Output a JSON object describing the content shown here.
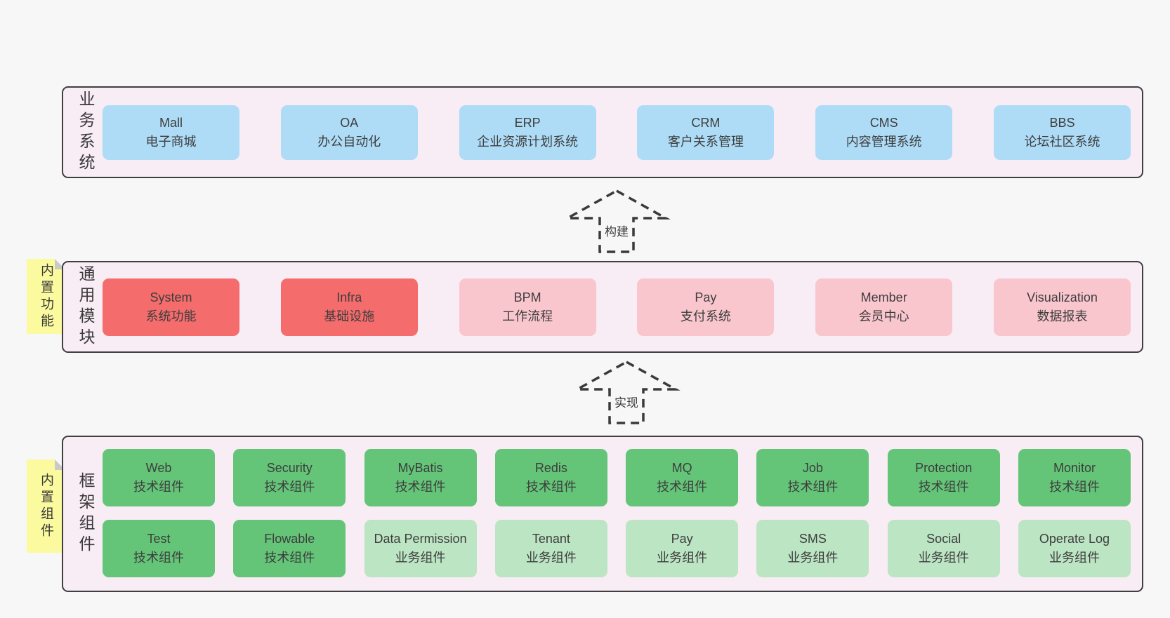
{
  "colors": {
    "page_bg": "#f7f7f7",
    "panel_bg": "#f8ecf5",
    "panel_border": "#3f3f3f",
    "blue": "#aedcf6",
    "red": "#f56c6c",
    "pink": "#fac6ce",
    "green": "#64c578",
    "light_green": "#bce5c4",
    "sticky_yellow": "#fbfa9e",
    "fold_gray": "#c9c9c9",
    "text": "#3d3d3d"
  },
  "stickies": [
    {
      "text": "内置功能"
    },
    {
      "text": "内置组件"
    }
  ],
  "arrows": [
    {
      "label": "构建"
    },
    {
      "label": "实现"
    }
  ],
  "sections": {
    "business": {
      "label": "业务系统",
      "boxes": [
        {
          "name": "Mall",
          "desc": "电子商城",
          "color": "blue"
        },
        {
          "name": "OA",
          "desc": "办公自动化",
          "color": "blue"
        },
        {
          "name": "ERP",
          "desc": "企业资源计划系统",
          "color": "blue"
        },
        {
          "name": "CRM",
          "desc": "客户关系管理",
          "color": "blue"
        },
        {
          "name": "CMS",
          "desc": "内容管理系统",
          "color": "blue"
        },
        {
          "name": "BBS",
          "desc": "论坛社区系统",
          "color": "blue"
        }
      ]
    },
    "modules": {
      "label": "通用模块",
      "boxes": [
        {
          "name": "System",
          "desc": "系统功能",
          "color": "red"
        },
        {
          "name": "Infra",
          "desc": "基础设施",
          "color": "red"
        },
        {
          "name": "BPM",
          "desc": "工作流程",
          "color": "pink"
        },
        {
          "name": "Pay",
          "desc": "支付系统",
          "color": "pink"
        },
        {
          "name": "Member",
          "desc": "会员中心",
          "color": "pink"
        },
        {
          "name": "Visualization",
          "desc": "数据报表",
          "color": "pink"
        }
      ]
    },
    "components": {
      "label": "框架组件",
      "rows": [
        [
          {
            "name": "Web",
            "desc": "技术组件",
            "color": "green"
          },
          {
            "name": "Security",
            "desc": "技术组件",
            "color": "green"
          },
          {
            "name": "MyBatis",
            "desc": "技术组件",
            "color": "green"
          },
          {
            "name": "Redis",
            "desc": "技术组件",
            "color": "green"
          },
          {
            "name": "MQ",
            "desc": "技术组件",
            "color": "green"
          },
          {
            "name": "Job",
            "desc": "技术组件",
            "color": "green"
          },
          {
            "name": "Protection",
            "desc": "技术组件",
            "color": "green"
          },
          {
            "name": "Monitor",
            "desc": "技术组件",
            "color": "green"
          }
        ],
        [
          {
            "name": "Test",
            "desc": "技术组件",
            "color": "green"
          },
          {
            "name": "Flowable",
            "desc": "技术组件",
            "color": "green"
          },
          {
            "name": "Data Permission",
            "desc": "业务组件",
            "color": "light_green"
          },
          {
            "name": "Tenant",
            "desc": "业务组件",
            "color": "light_green"
          },
          {
            "name": "Pay",
            "desc": "业务组件",
            "color": "light_green"
          },
          {
            "name": "SMS",
            "desc": "业务组件",
            "color": "light_green"
          },
          {
            "name": "Social",
            "desc": "业务组件",
            "color": "light_green"
          },
          {
            "name": "Operate Log",
            "desc": "业务组件",
            "color": "light_green"
          }
        ]
      ]
    }
  }
}
